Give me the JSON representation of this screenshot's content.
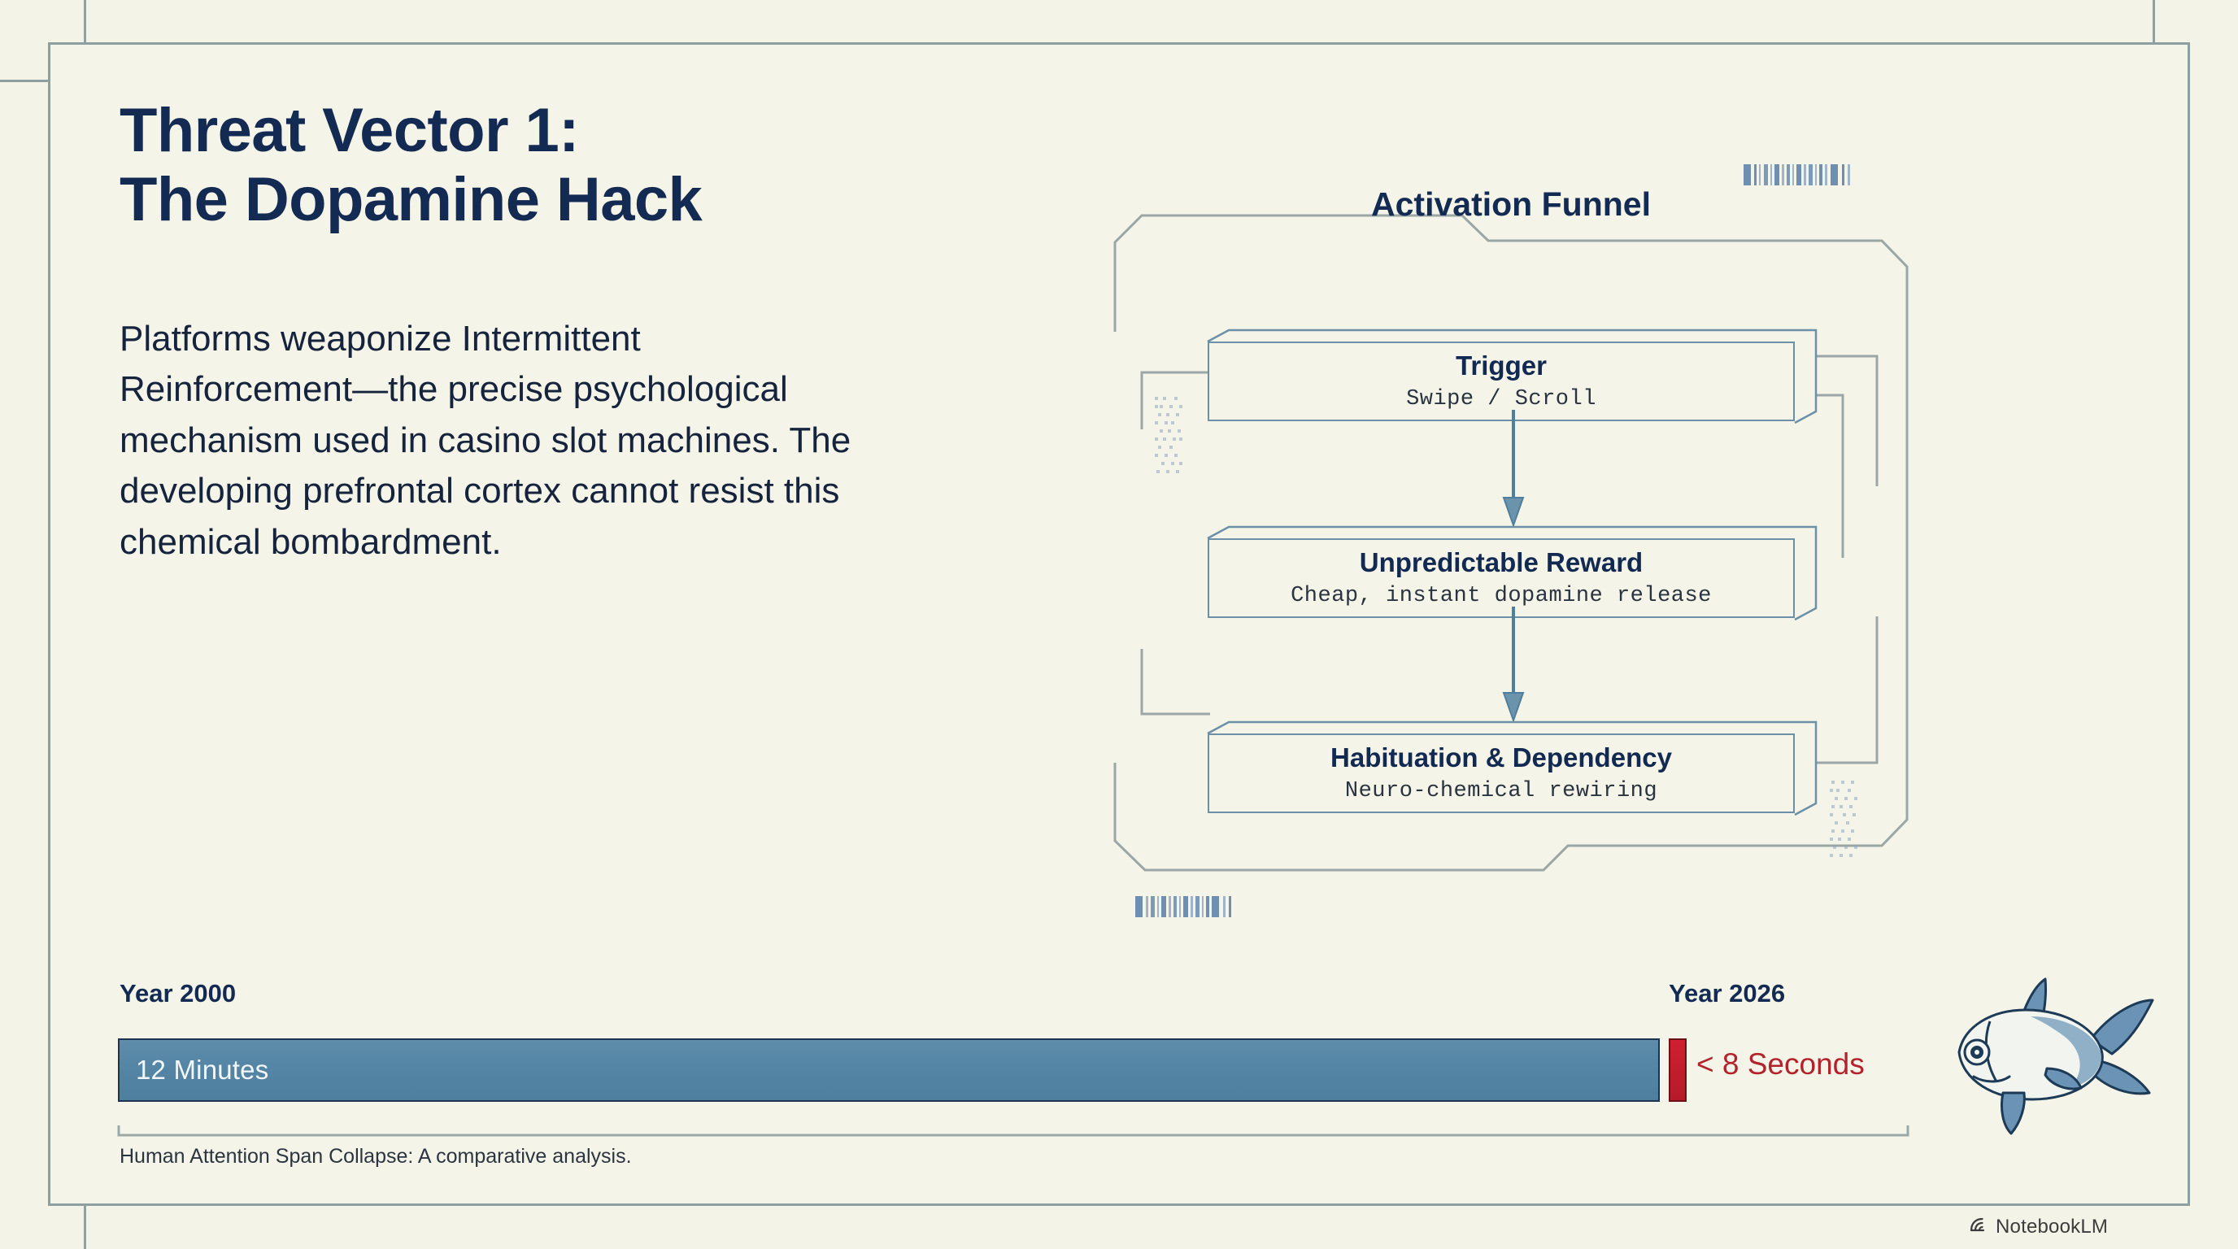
{
  "slide": {
    "title_line1": "Threat Vector 1:",
    "title_line2": "The Dopamine Hack",
    "body": "Platforms weaponize Intermittent Reinforcement—the precise psychological mechanism used in casino slot machines. The developing prefrontal cortex cannot resist this chemical bombardment."
  },
  "diagram": {
    "title": "Activation Funnel",
    "steps": [
      {
        "label": "Trigger",
        "sub": "Swipe / Scroll"
      },
      {
        "label": "Unpredictable Reward",
        "sub": "Cheap, instant dopamine release"
      },
      {
        "label": "Habituation & Dependency",
        "sub": "Neuro-chemical rewiring"
      }
    ]
  },
  "chart_data": {
    "type": "bar",
    "title": "Human Attention Span Collapse: A comparative analysis.",
    "orientation": "horizontal",
    "categories": [
      "Year 2000",
      "Year 2026"
    ],
    "value_labels": [
      "12 Minutes",
      "< 8 Seconds"
    ],
    "values": [
      720,
      8
    ],
    "unit": "seconds",
    "xlabel": "",
    "ylabel": "",
    "grid": false,
    "legend": null,
    "colors": {
      "bar_2000": "#5384a4",
      "bar_2026": "#c41f2d"
    }
  },
  "footer": {
    "brand": "NotebookLM"
  },
  "theme": {
    "background": "#f4f3e7",
    "ink": "#132a52",
    "frame": "#8ca0a2",
    "accent_blue": "#5384a4",
    "accent_red": "#b3232c"
  }
}
